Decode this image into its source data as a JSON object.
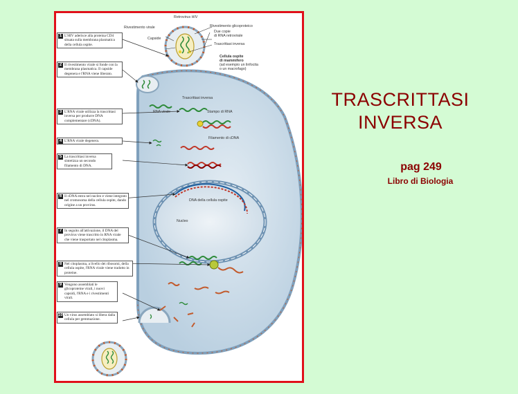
{
  "title": {
    "line1": "TRASCRITTASI",
    "line2": "INVERSA"
  },
  "page_ref": "pag 249",
  "book_ref": "Libro di Biologia",
  "colors": {
    "frame_border": "#e0101a",
    "background": "#d4fbd4",
    "title": "#8b0000"
  },
  "diagram": {
    "labels": {
      "retrovirus": "Retrovirus HIV",
      "envelope": "Rivestimento virale",
      "glycoprotein": "Rivestimento glicoproteico",
      "rna_copies": "Due copie di RNA retrovirale",
      "capsid": "Capside",
      "rt_top": "Trascrittasi inversa",
      "host_cell_1": "Cellula ospite",
      "host_cell_2": "di mammifero",
      "host_cell_3": "(ad esempio un linfocita",
      "host_cell_4": "o un macrofago)",
      "rt_inner": "Trascrittasi inversa",
      "viral_rna": "RNA virale",
      "rna_template": "Stampo di RNA",
      "cdna_strand": "Filamento di cDNA",
      "host_dna": "DNA della cellula ospite",
      "nucleus": "Nucleo"
    },
    "steps": [
      {
        "num": "1",
        "text": "L'HIV aderisce alla proteina CD4 situata sulla membrana plasmatica della cellula ospite."
      },
      {
        "num": "2",
        "text": "Il rivestimento virale si fonde con la membrana plasmatica. Il capside degenera e l'RNA viene liberato."
      },
      {
        "num": "3",
        "text": "L'RNA virale utilizza la trascrittasi inversa per produrre DNA complementare (cDNA)."
      },
      {
        "num": "4",
        "text": "L'RNA virale degenera."
      },
      {
        "num": "5",
        "text": "La trascrittasi inversa sintetizza un secondo filamento di DNA."
      },
      {
        "num": "6",
        "text": "Il cDNA entra nel nucleo e viene integrato nel cromosoma della cellula ospite, dando origine a un provirus."
      },
      {
        "num": "7",
        "text": "In seguito all'attivazione, il DNA del provirus viene trascritto in RNA virale che viene trasportato nel citoplasma."
      },
      {
        "num": "8",
        "text": "Nel citoplasma, a livello dei ribosomi, della cellula ospite, l'RNA virale viene tradotto in proteine."
      },
      {
        "num": "9",
        "text": "Vengono assemblati le glicoproteine virali, i nuovi capsidi, l'RNA e i rivestimenti virali."
      },
      {
        "num": "10",
        "text": "Un virus assemblato si libera dalla cellula per gemmazione."
      }
    ]
  }
}
